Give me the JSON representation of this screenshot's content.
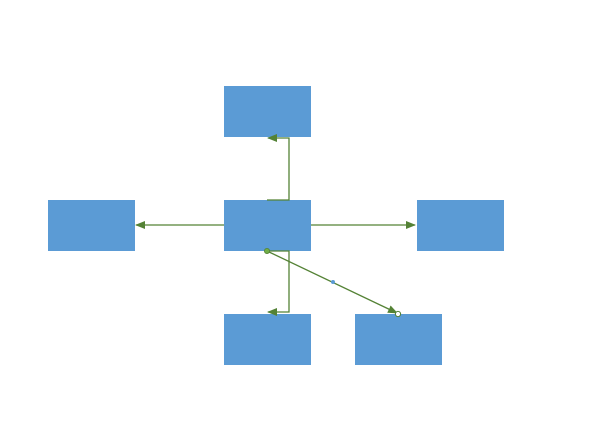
{
  "diagram": {
    "colors": {
      "node_fill": "#5b9bd5",
      "connector": "#548235",
      "selection_handle": "#70ad47",
      "midpoint_handle": "#5b9bd5",
      "background": "#ffffff"
    },
    "nodes": [
      {
        "id": "top",
        "label": ""
      },
      {
        "id": "left",
        "label": ""
      },
      {
        "id": "center",
        "label": ""
      },
      {
        "id": "right",
        "label": ""
      },
      {
        "id": "bottom",
        "label": ""
      },
      {
        "id": "bottom-right",
        "label": ""
      }
    ],
    "connectors": [
      {
        "from": "center",
        "to": "top",
        "style": "elbow",
        "arrow": "end"
      },
      {
        "from": "center",
        "to": "left",
        "style": "straight",
        "arrow": "end"
      },
      {
        "from": "center",
        "to": "right",
        "style": "straight",
        "arrow": "end"
      },
      {
        "from": "center",
        "to": "bottom",
        "style": "elbow",
        "arrow": "end"
      },
      {
        "from": "center",
        "to": "bottom-right",
        "style": "straight",
        "arrow": "end",
        "selected": true
      }
    ]
  }
}
